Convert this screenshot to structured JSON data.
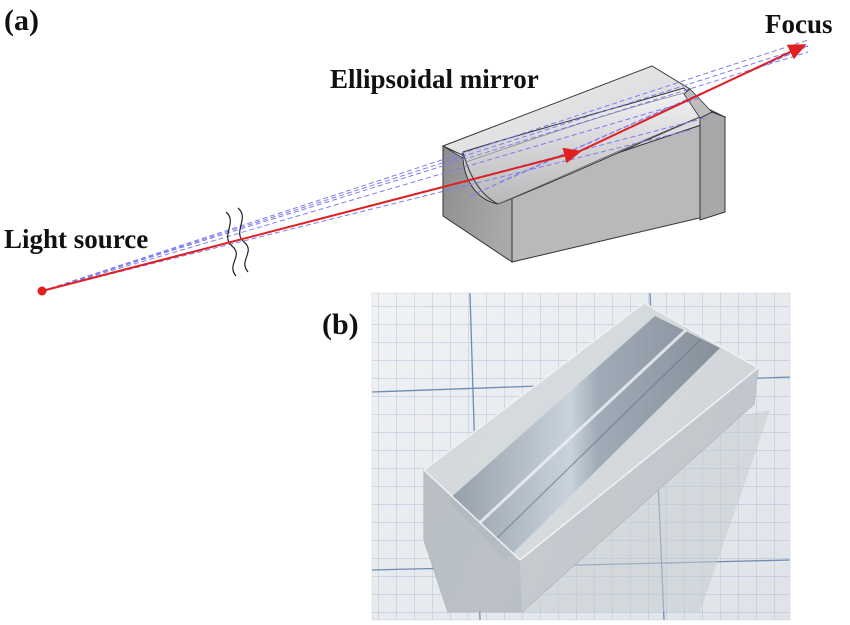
{
  "panel_a": {
    "label": "(a)",
    "focus_label": "Focus",
    "mirror_label": "Ellipsoidal mirror",
    "source_label": "Light source"
  },
  "panel_b": {
    "label": "(b)"
  },
  "colors": {
    "ray": "#e02020",
    "beam_dashes": "#7c7cf0",
    "block_top": "#e2e2e4",
    "block_front": "#9a9a9c",
    "block_side": "#c8c8ca",
    "grid_paper": "#e9edf1",
    "grid_line": "#7f9fc6"
  }
}
